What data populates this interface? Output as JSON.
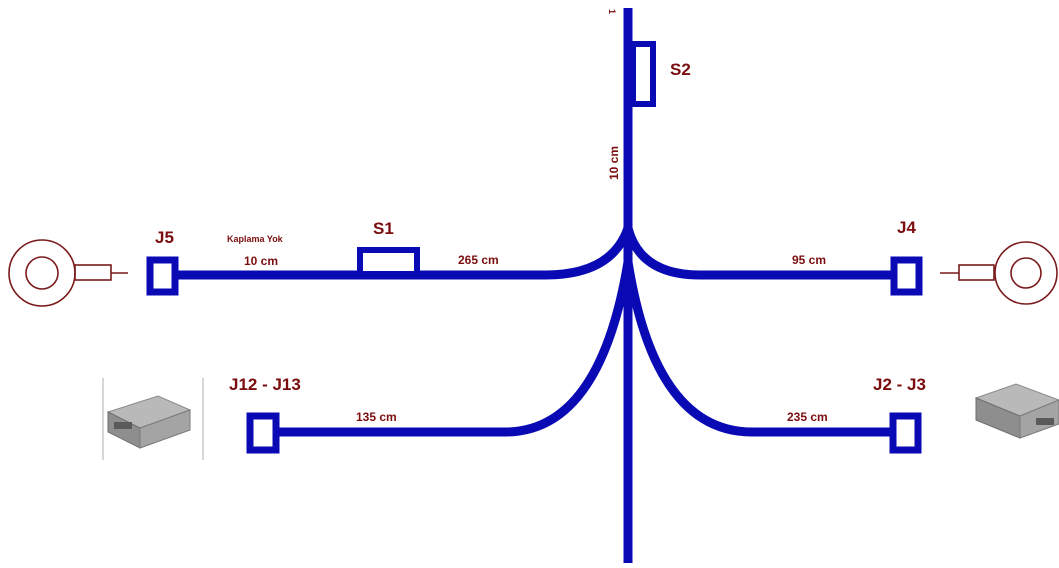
{
  "colors": {
    "harness": "#0a0ab5",
    "label": "#7a0e0e",
    "terminal": "#7a1a1a"
  },
  "icons": {
    "ring_terminal_left": "ring-terminal-icon",
    "ring_terminal_right": "ring-terminal-icon",
    "connector_housing_left": "connector-housing-icon",
    "connector_housing_right": "connector-housing-icon"
  },
  "top_mark": "1",
  "splices": {
    "s1": "S1",
    "s2": "S2"
  },
  "connectors": {
    "j5": "J5",
    "j4": "J4",
    "j12_j13": "J12 - J13",
    "j2_j3": "J2 - J3"
  },
  "lengths": {
    "trunk_vertical": "10 cm",
    "j5_note": "Kaplama Yok",
    "j5_uncovered": "10 cm",
    "j5_main": "265 cm",
    "j4": "95 cm",
    "j12_j13": "135 cm",
    "j2_j3": "235 cm"
  }
}
